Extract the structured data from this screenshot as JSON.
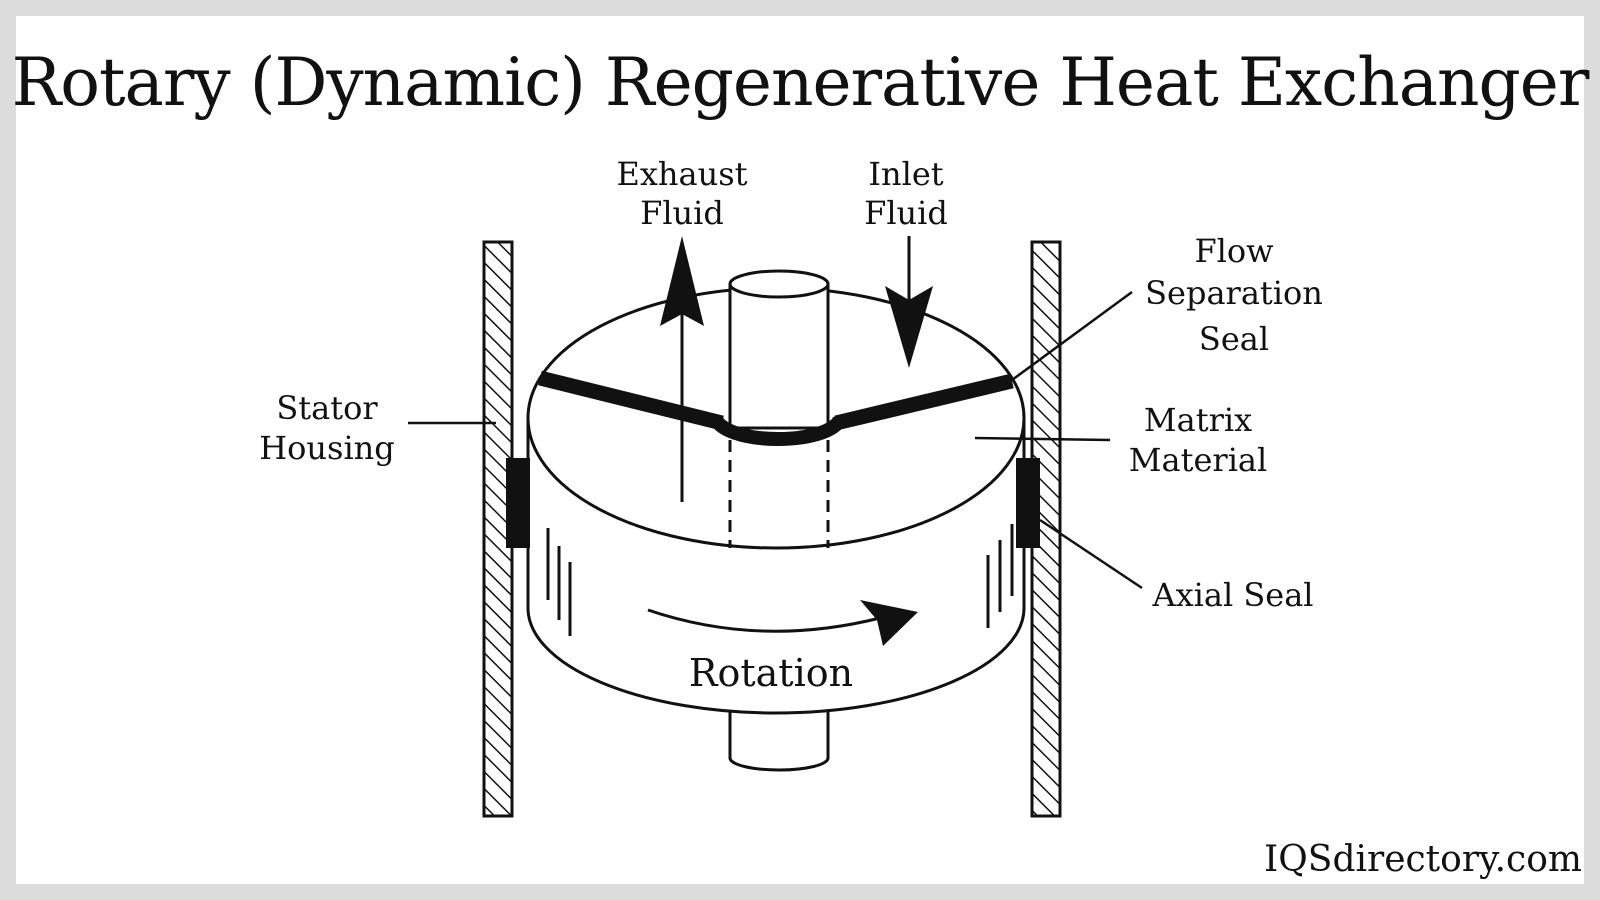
{
  "title": "Rotary (Dynamic) Regenerative Heat Exchanger",
  "labels": {
    "exhaust_fluid": [
      "Exhaust",
      "Fluid"
    ],
    "inlet_fluid": [
      "Inlet",
      "Fluid"
    ],
    "flow_separation_seal": [
      "Flow",
      "Separation",
      "Seal"
    ],
    "stator_housing": [
      "Stator",
      "Housing"
    ],
    "matrix_material": [
      "Matrix",
      "Material"
    ],
    "axial_seal": "Axial Seal",
    "rotation": "Rotation"
  },
  "brand": "IQSdirectory.com",
  "colors": {
    "ink": "#111111",
    "background": "#ffffff",
    "border": "#dcdcdc"
  }
}
